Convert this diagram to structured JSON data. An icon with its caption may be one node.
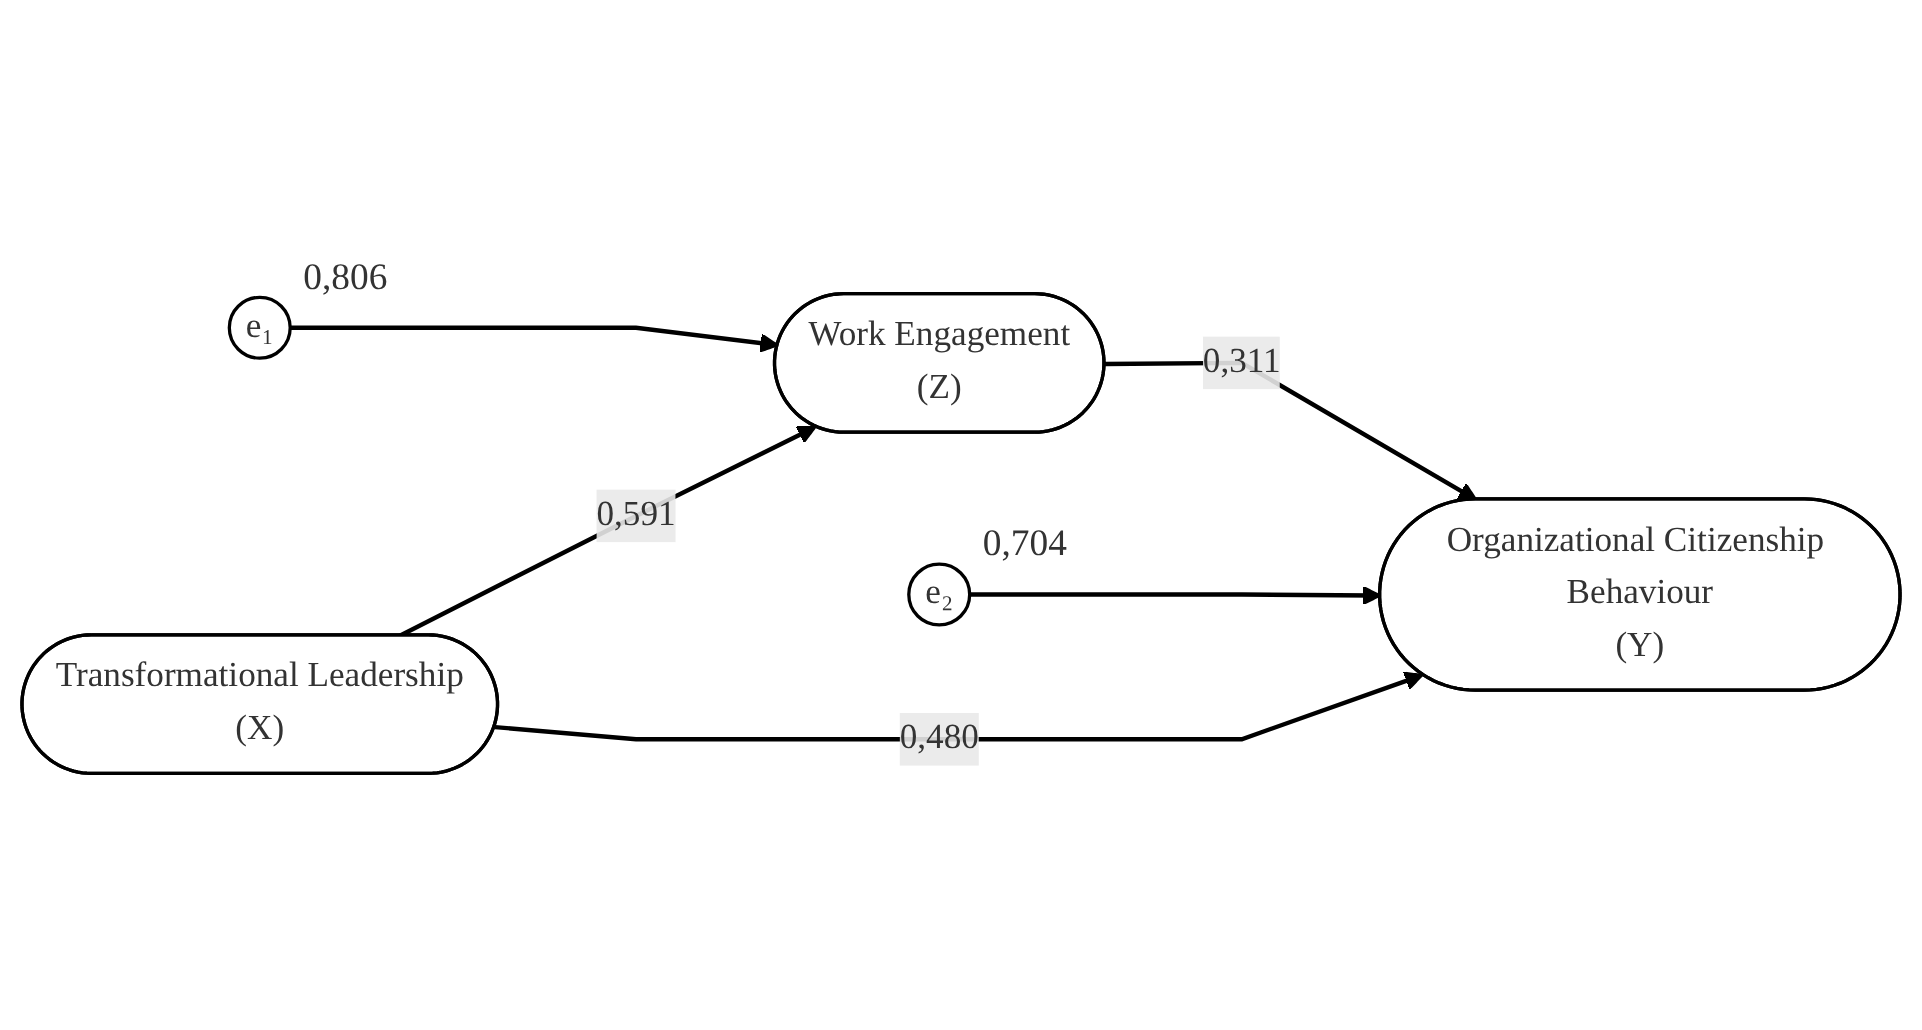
{
  "diagram": {
    "nodes": [
      {
        "text": [
          "e₁"
        ],
        "beside": [
          "0,806"
        ]
      },
      {
        "text": [
          "Work Engagement",
          "(Z)"
        ]
      },
      {
        "text": [
          "Transformational Leadership",
          "(X)"
        ]
      },
      {
        "text": [
          "e₂"
        ],
        "beside": [
          "0,704"
        ]
      },
      {
        "text": [
          "Organizational Citizenship Behaviour",
          "(Y)"
        ]
      }
    ],
    "edges": [
      {
        "from": 0,
        "to": 1,
        "arrow": "to"
      },
      {
        "from": 2,
        "to": 1,
        "arrow": "to",
        "label": "0,591"
      },
      {
        "from": 1,
        "to": 4,
        "arrow": "to",
        "label": "0,311"
      },
      {
        "from": 3,
        "to": 4,
        "arrow": "to"
      },
      {
        "from": 2,
        "to": 4,
        "arrow": "to",
        "label": "0,480"
      }
    ]
  }
}
